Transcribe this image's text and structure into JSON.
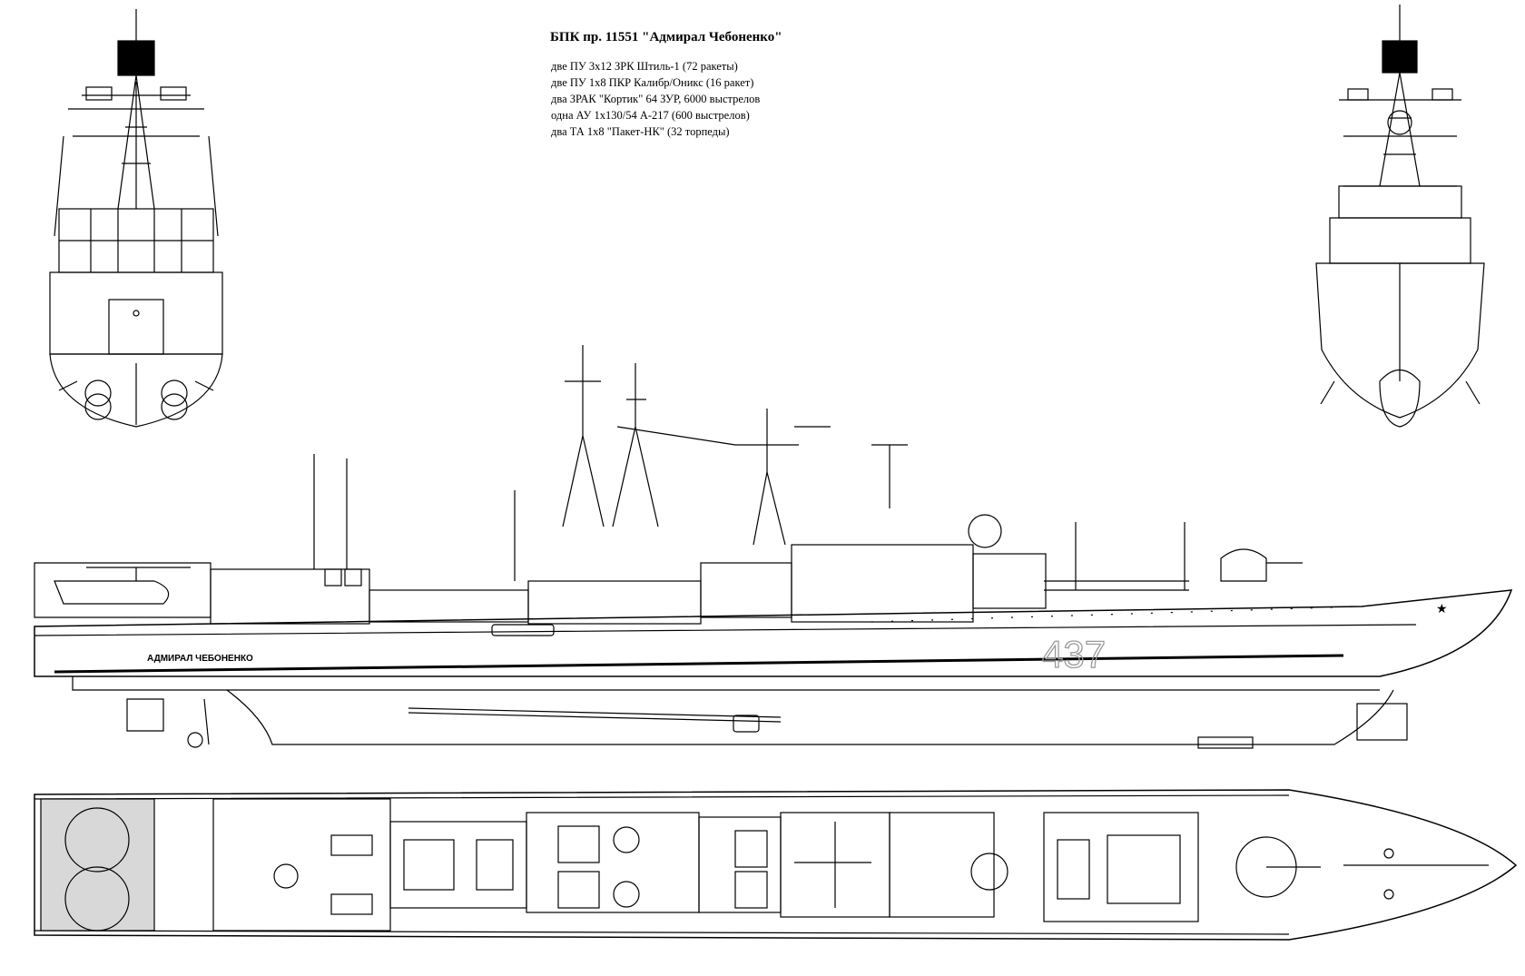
{
  "title": "БПК пр. 11551 \"Адмирал Чебоненко\"",
  "armament": [
    "две ПУ 3x12 ЗРК Штиль-1 (72 ракеты)",
    "две ПУ 1x8 ПКР Калибр/Оникс (16 ракет)",
    "два ЗРАК \"Кортик\" 64 ЗУР, 6000 выстрелов",
    "одна АУ 1x130/54 А-217 (600 выстрелов)",
    "два ТА 1x8 \"Пакет-НК\" (32 торпеды)"
  ],
  "hull_number": "437",
  "ship_name_on_hull": "АДМИРАЛ ЧЕБОНЕНКО",
  "colors": {
    "line": "#000000",
    "background": "#ffffff",
    "hull_number": "#9a9a9a"
  }
}
